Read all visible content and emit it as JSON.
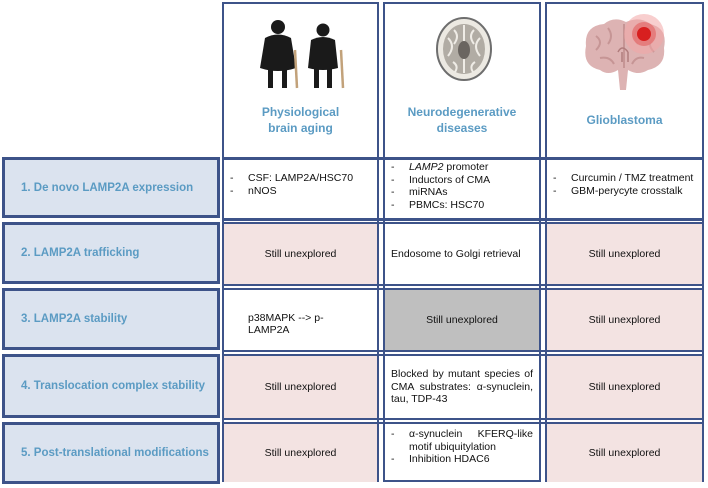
{
  "columns": [
    {
      "icon": "elderly-couple-icon",
      "label": "Physiological\nbrain aging"
    },
    {
      "icon": "brain-mri-icon",
      "label": "Neurodegenerative\ndiseases"
    },
    {
      "icon": "brain-tumor-icon",
      "label": "Glioblastoma"
    }
  ],
  "rows": [
    {
      "label": "1. De novo LAMP2A expression",
      "c1": [
        "CSF: LAMP2A/HSC70",
        "nNOS"
      ],
      "c2": [
        "promoter",
        "Inductors of CMA",
        "miRNAs",
        "PBMCs: HSC70"
      ],
      "c2_italic": "LAMP2",
      "c3": [
        "Curcumin / TMZ treatment",
        "GBM-perycyte crosstalk"
      ]
    },
    {
      "label": "2. LAMP2A trafficking",
      "c1": "Still unexplored",
      "c2": "Endosome to Golgi retrieval",
      "c3": "Still unexplored"
    },
    {
      "label": "3. LAMP2A stability",
      "c1": "p38MAPK --> p-LAMP2A",
      "c2": "Still unexplored",
      "c3": "Still unexplored"
    },
    {
      "label": "4. Translocation complex stability",
      "c1": "Still unexplored",
      "c2": "Blocked by mutant species of CMA substrates: α-synuclein, tau, TDP-43",
      "c3": "Still unexplored"
    },
    {
      "label": "5. Post-translational modifications",
      "c1": "Still unexplored",
      "c2": [
        "α-synuclein KFERQ-like motif ubiquitylation",
        "Inhibition HDAC6"
      ],
      "c3": "Still unexplored"
    }
  ],
  "colors": {
    "border": "#3d5389",
    "header_text": "#5b9bc3",
    "label_bg": "#dbe3ef",
    "pink": "#f3e3e2",
    "gray": "#bfbfbf"
  }
}
